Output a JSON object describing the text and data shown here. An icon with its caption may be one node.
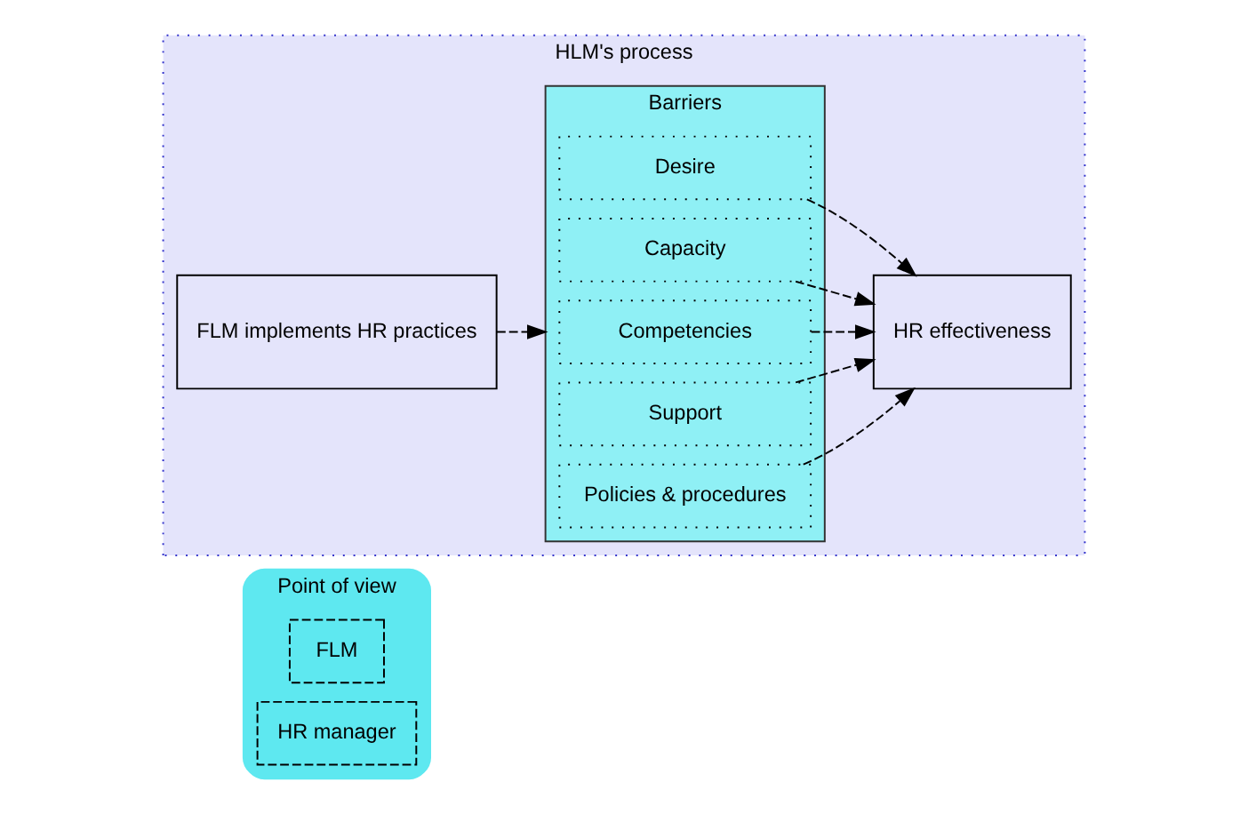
{
  "diagram": {
    "nodes": [
      {
        "text": [
          "Point of view"
        ]
      },
      {
        "text": [
          "FLM"
        ],
        "in": 0
      },
      {
        "text": [
          "HLM's process"
        ]
      },
      {
        "text": [
          "FLM implements HR practices"
        ],
        "in": 2
      },
      {
        "text": [
          "Barriers"
        ],
        "in": 2
      },
      {
        "text": [
          "Desire"
        ],
        "in": 4
      },
      {
        "text": [
          "Capacity"
        ],
        "in": 4
      },
      {
        "text": [
          "Competencies"
        ],
        "in": 4
      },
      {
        "text": [
          "Support"
        ],
        "in": 4
      },
      {
        "text": [
          "Policies & procedures"
        ],
        "in": 4
      },
      {
        "text": [
          "HR effectiveness"
        ],
        "in": 2
      },
      {
        "text": [
          "HR manager"
        ],
        "in": 0
      }
    ],
    "edges": [
      {
        "from": 3,
        "to": 4,
        "arrow": "to",
        "style": "dashed"
      },
      {
        "from": 5,
        "to": 10,
        "arrow": "to",
        "style": "dashed"
      },
      {
        "from": 6,
        "to": 10,
        "arrow": "to",
        "style": "dashed"
      },
      {
        "from": 7,
        "to": 10,
        "arrow": "to",
        "style": "dashed"
      },
      {
        "from": 8,
        "to": 10,
        "arrow": "to",
        "style": "dashed"
      },
      {
        "from": 9,
        "to": 10,
        "arrow": "to",
        "style": "dashed"
      }
    ]
  }
}
